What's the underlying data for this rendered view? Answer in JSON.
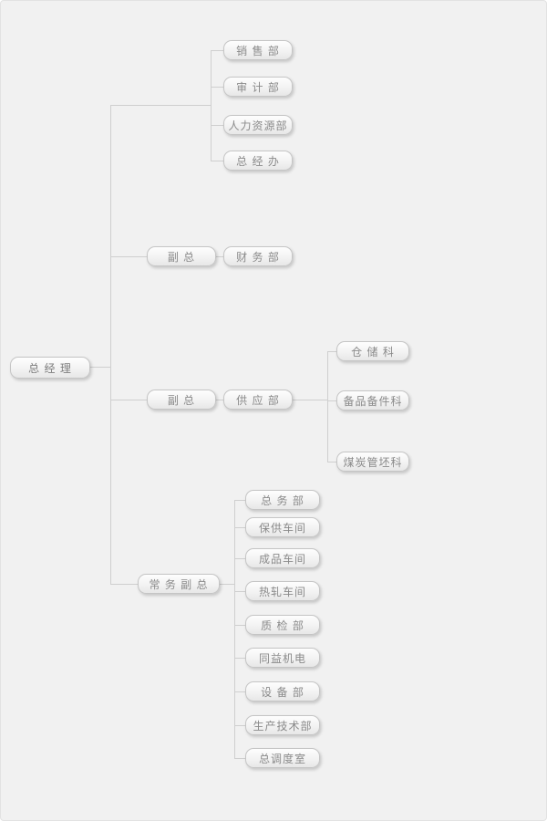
{
  "theme": {
    "background": "#f1f1f1",
    "node_border": "#c5c5c5",
    "node_gradient_top": "#fefefe",
    "node_gradient_bottom": "#e7e7e7",
    "connector_color": "#cfcfcf",
    "text_color": "#8a8a8a"
  },
  "labels": {
    "general_manager": "总 经 理",
    "sales_dept": "销 售 部",
    "audit_dept": "审 计 部",
    "hr_dept": "人力资源部",
    "gm_office": "总 经 办",
    "deputy_gm_1": "副 总",
    "finance_dept": "财 务 部",
    "deputy_gm_2": "副 总",
    "supply_dept": "供 应 部",
    "warehouse_section": "仓 储 科",
    "spare_parts_section": "备品备件科",
    "coal_billet_section": "煤炭管坯科",
    "executive_deputy_gm": "常 务 副 总",
    "general_affairs_dept": "总 务 部",
    "supply_assurance_workshop": "保供车间",
    "finished_product_workshop": "成品车间",
    "hot_rolling_workshop": "热轧车间",
    "quality_inspection_dept": "质 检 部",
    "tongyi_mechatronics": "同益机电",
    "equipment_dept": "设 备 部",
    "production_tech_dept": "生产技术部",
    "dispatch_office": "总调度室"
  },
  "org_chart": {
    "type": "tree",
    "root": "general_manager",
    "edges": [
      [
        "general_manager",
        "sales_dept"
      ],
      [
        "general_manager",
        "audit_dept"
      ],
      [
        "general_manager",
        "hr_dept"
      ],
      [
        "general_manager",
        "gm_office"
      ],
      [
        "general_manager",
        "deputy_gm_1"
      ],
      [
        "deputy_gm_1",
        "finance_dept"
      ],
      [
        "general_manager",
        "deputy_gm_2"
      ],
      [
        "deputy_gm_2",
        "supply_dept"
      ],
      [
        "supply_dept",
        "warehouse_section"
      ],
      [
        "supply_dept",
        "spare_parts_section"
      ],
      [
        "supply_dept",
        "coal_billet_section"
      ],
      [
        "general_manager",
        "executive_deputy_gm"
      ],
      [
        "executive_deputy_gm",
        "general_affairs_dept"
      ],
      [
        "executive_deputy_gm",
        "supply_assurance_workshop"
      ],
      [
        "executive_deputy_gm",
        "finished_product_workshop"
      ],
      [
        "executive_deputy_gm",
        "hot_rolling_workshop"
      ],
      [
        "executive_deputy_gm",
        "quality_inspection_dept"
      ],
      [
        "executive_deputy_gm",
        "tongyi_mechatronics"
      ],
      [
        "executive_deputy_gm",
        "equipment_dept"
      ],
      [
        "executive_deputy_gm",
        "production_tech_dept"
      ],
      [
        "executive_deputy_gm",
        "dispatch_office"
      ]
    ]
  }
}
